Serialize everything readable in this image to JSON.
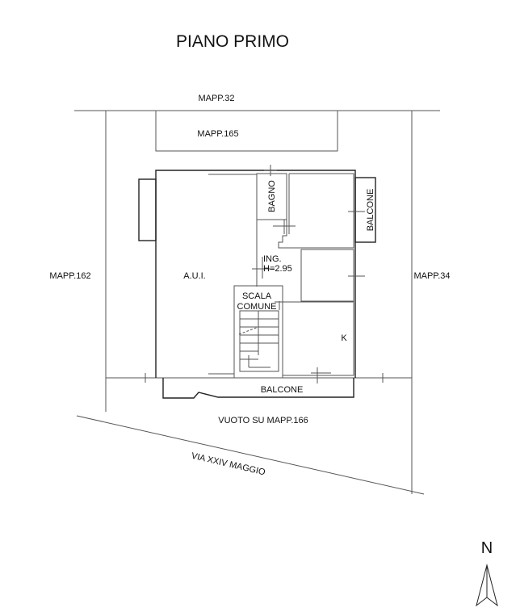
{
  "title": "PIANO PRIMO",
  "labels": {
    "mapp_32": "MAPP.32",
    "mapp_165": "MAPP.165",
    "mapp_162": "MAPP.162",
    "mapp_34": "MAPP.34",
    "aui": "A.U.I.",
    "bagno": "BAGNO",
    "balcone_side": "BALCONE",
    "ing": "ING.",
    "height": "H=2.95",
    "scala": "SCALA",
    "comune": "COMUNE",
    "kitchen": "K",
    "balcone_bottom": "BALCONE",
    "vuoto": "VUOTO SU MAPP.166",
    "street": "VIA XXIV MAGGIO",
    "north": "N"
  }
}
